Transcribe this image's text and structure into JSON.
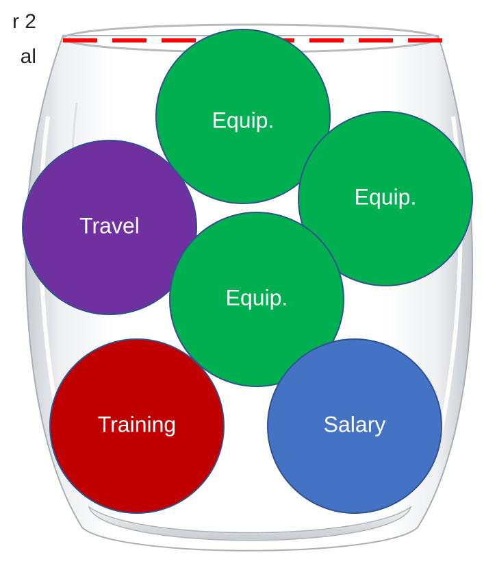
{
  "clipped_text": {
    "line1": "r 2",
    "line2": "al"
  },
  "bubbles": [
    {
      "id": "equip-top",
      "label": "Equip.",
      "color": "#00b050"
    },
    {
      "id": "equip-right",
      "label": "Equip.",
      "color": "#00b050"
    },
    {
      "id": "travel",
      "label": "Travel",
      "color": "#7030a0"
    },
    {
      "id": "equip-center",
      "label": "Equip.",
      "color": "#00b050"
    },
    {
      "id": "training",
      "label": "Training",
      "color": "#c00000"
    },
    {
      "id": "salary",
      "label": "Salary",
      "color": "#4472c4"
    }
  ],
  "capacity_line": {
    "color": "#ff0000",
    "style": "dashed"
  },
  "bubble_outline_color": "#2f528f"
}
